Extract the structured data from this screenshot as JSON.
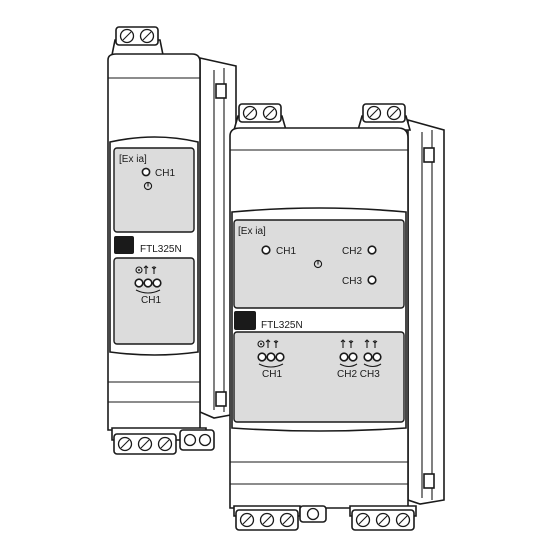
{
  "small_module": {
    "ex_label": "[Ex ia]",
    "led_label": "CH1",
    "model": "FTL325N",
    "bottom_channel": "CH1"
  },
  "large_module": {
    "ex_label": "[Ex ia]",
    "led_ch1": "CH1",
    "led_ch2": "CH2",
    "led_ch3": "CH3",
    "model": "FTL325N",
    "bottom_ch1": "CH1",
    "bottom_ch23": "CH2 CH3"
  }
}
